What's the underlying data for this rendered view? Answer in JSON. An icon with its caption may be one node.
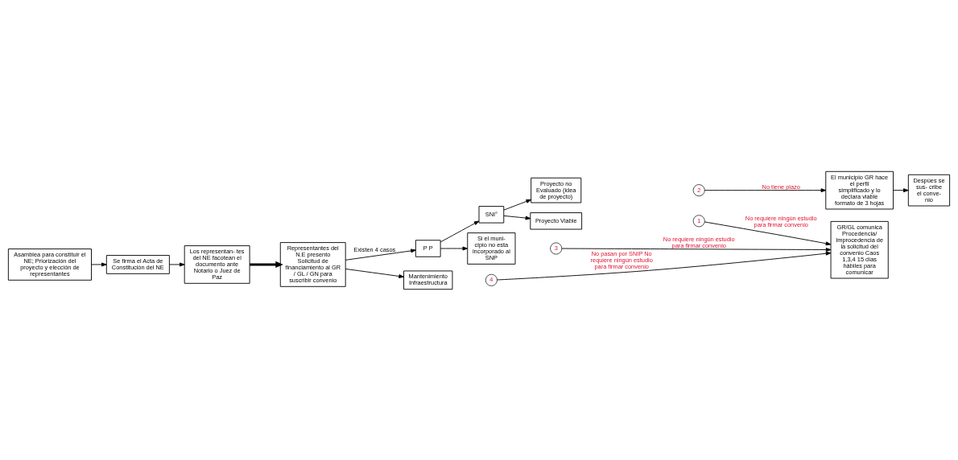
{
  "diagram": {
    "nodes": [
      {
        "text": [
          "Asamblea para constituir el NE; Priorización del proyecto y elección de representantes"
        ]
      },
      {
        "text": [
          "Se firma el Acta de Constitución del NE"
        ]
      },
      {
        "text": [
          "Los representan- tes del NE facotean el documento ante Notario o Juez de Paz"
        ]
      },
      {
        "text": [
          "Representantes del N.E presento Solicitud de financiamiento al GR / GL / GN para suscribir convenio"
        ]
      },
      {
        "text": [
          "P P"
        ]
      },
      {
        "text": [
          "SNI°"
        ]
      },
      {
        "text": [
          "Proyecto Viable"
        ]
      },
      {
        "text": [
          "Proyecto no Evaluado (idea de proyecto)"
        ]
      },
      {
        "text": [
          "El municipio GR hace el perfil simplificado y lo declara viable formato de 3 hojas"
        ]
      },
      {
        "text": [
          "Despúes se sus- cribe el conve- nio"
        ]
      },
      {
        "text": [
          "Si el muni- cipio no esta incorporado al SNP"
        ]
      },
      {
        "text": [
          "Mantenimiento Infraestructura"
        ]
      },
      {
        "text": [
          "1"
        ]
      },
      {
        "text": [
          "2"
        ]
      },
      {
        "text": [
          "3"
        ]
      },
      {
        "text": [
          "4"
        ]
      },
      {
        "text": [
          "GR/GL comunica Procedencia/ Improcedencia de la solicitud del convenio Caos 1,3,4 15 días hábiles para comunicar"
        ]
      }
    ],
    "edges": [
      {
        "from": 0,
        "to": 1,
        "arrow": "to"
      },
      {
        "from": 1,
        "to": 2,
        "arrow": "to"
      },
      {
        "from": 2,
        "to": 3,
        "arrow": "to",
        "style": "thick"
      },
      {
        "from": 3,
        "to": 4,
        "arrow": "to",
        "label": "Existen 4 casos"
      },
      {
        "from": 3,
        "to": 11,
        "arrow": "to"
      },
      {
        "from": 4,
        "to": 5,
        "arrow": "to"
      },
      {
        "from": 4,
        "to": 10,
        "arrow": "to"
      },
      {
        "from": 5,
        "to": 6,
        "arrow": "to"
      },
      {
        "from": 5,
        "to": 7,
        "arrow": "to"
      },
      {
        "from": 13,
        "to": 8,
        "arrow": "to",
        "label": "No tiene plazo"
      },
      {
        "from": 8,
        "to": 9,
        "arrow": "to"
      },
      {
        "from": 12,
        "to": 16,
        "arrow": "to",
        "label": "No requiere ningún estudio para firmar convenio"
      },
      {
        "from": 14,
        "to": 16,
        "arrow": "to",
        "label": "No requiere ningún estudio para firmar convenio"
      },
      {
        "from": 15,
        "to": 16,
        "arrow": "to",
        "label": "No pasan por SNIP No requiere ningún estudio para firmar convenio"
      }
    ]
  }
}
